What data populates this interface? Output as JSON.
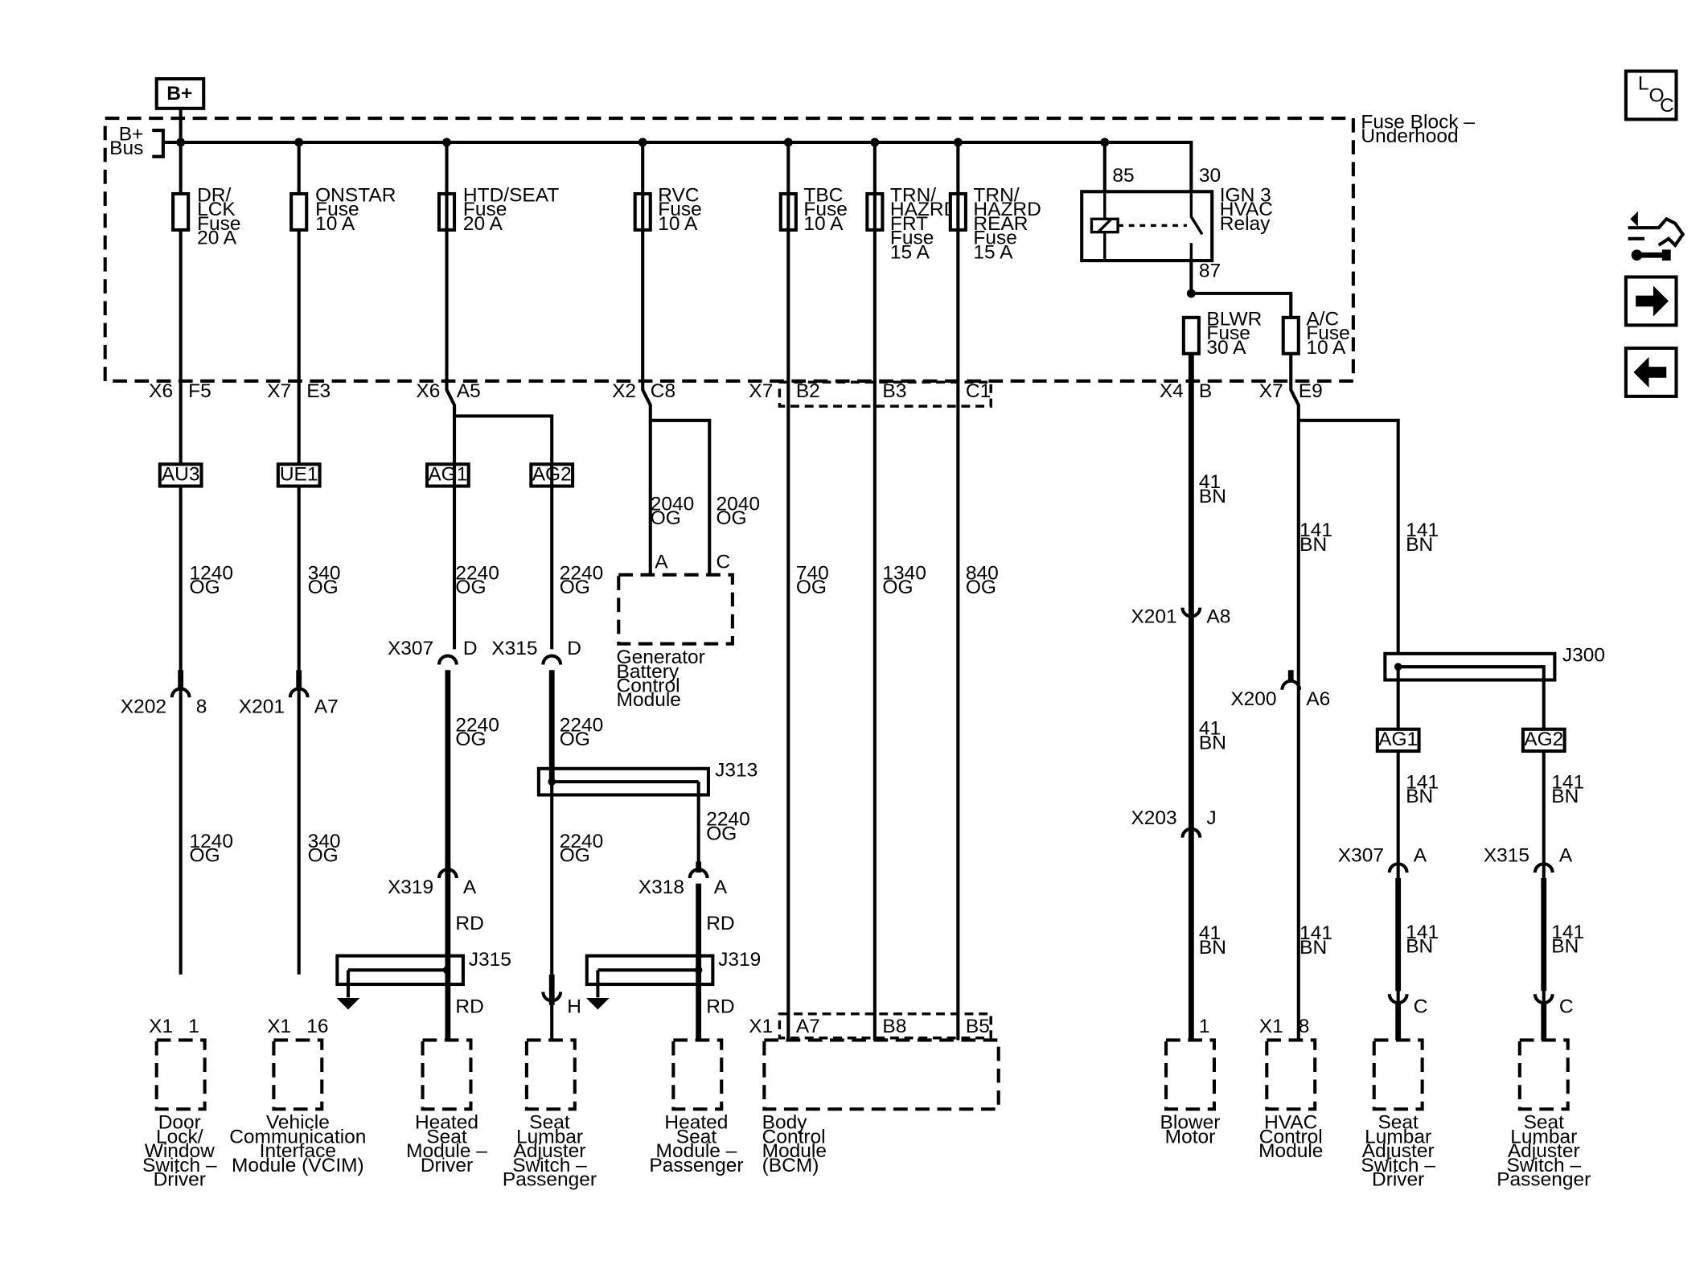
{
  "battery": {
    "label": "B+",
    "bus": [
      "B+",
      "Bus"
    ]
  },
  "fuse_block": {
    "name": [
      "Fuse Block –",
      "Underhood"
    ]
  },
  "fuses": [
    {
      "lines": [
        "DR/",
        "LCK",
        "Fuse",
        "20 A"
      ]
    },
    {
      "lines": [
        "ONSTAR",
        "Fuse",
        "10 A"
      ]
    },
    {
      "lines": [
        "HTD/SEAT",
        "Fuse",
        "20 A"
      ]
    },
    {
      "lines": [
        "RVC",
        "Fuse",
        "10 A"
      ]
    },
    {
      "lines": [
        "TBC",
        "Fuse",
        "10 A"
      ]
    },
    {
      "lines": [
        "TRN/",
        "HAZRD",
        "FRT",
        "Fuse",
        "15 A"
      ]
    },
    {
      "lines": [
        "TRN/",
        "HAZRD",
        "REAR",
        "Fuse",
        "15 A"
      ]
    },
    {
      "lines": [
        "BLWR",
        "Fuse",
        "30 A"
      ]
    },
    {
      "lines": [
        "A/C",
        "Fuse",
        "10 A"
      ]
    }
  ],
  "relay": {
    "lines": [
      "IGN 3",
      "HVAC",
      "Relay"
    ],
    "pin_85": "85",
    "pin_30": "30",
    "pin_87": "87"
  },
  "harness_connectors": {
    "x6_a": [
      "X6",
      "F5"
    ],
    "x7_a": [
      "X7",
      "E3"
    ],
    "x6_b": [
      "X6",
      "A5"
    ],
    "x2": [
      "X2",
      "C8"
    ],
    "x7_b": [
      "X7",
      "B2",
      "B3",
      "C1"
    ],
    "x4": [
      "X4",
      "B"
    ],
    "x7_c": [
      "X7",
      "E9"
    ]
  },
  "option_tags": [
    "AU3",
    "UE1",
    "AG1",
    "AG2",
    "AG1",
    "AG2"
  ],
  "wires": {
    "dr_lck_1": [
      "1240",
      "OG"
    ],
    "dr_lck_2": [
      "1240",
      "OG"
    ],
    "onstar_1": [
      "340",
      "OG"
    ],
    "onstar_2": [
      "340",
      "OG"
    ],
    "htd_1": [
      "2240",
      "OG"
    ],
    "htd_2": [
      "2240",
      "OG"
    ],
    "htd_3": "RD",
    "htd_4": "RD",
    "pas_1": [
      "2240",
      "OG"
    ],
    "pas_2": [
      "2240",
      "OG"
    ],
    "pas_3": [
      "2240",
      "OG"
    ],
    "pas_4": [
      "2240",
      "OG"
    ],
    "pas_5": "RD",
    "pas_6": "RD",
    "rvc_1": [
      "2040",
      "OG"
    ],
    "rvc_2": [
      "2040",
      "OG"
    ],
    "tbc": [
      "740",
      "OG"
    ],
    "frt": [
      "1340",
      "OG"
    ],
    "rear": [
      "840",
      "OG"
    ],
    "blwr_1": [
      "41",
      "BN"
    ],
    "blwr_2": [
      "41",
      "BN"
    ],
    "blwr_3": [
      "41",
      "BN"
    ],
    "ac_1": [
      "141",
      "BN"
    ],
    "ac_2": [
      "141",
      "BN"
    ],
    "ac_3": [
      "141",
      "BN"
    ],
    "ac_4": [
      "141",
      "BN"
    ],
    "ac_5": [
      "141",
      "BN"
    ],
    "ac_6": [
      "141",
      "BN"
    ],
    "ac_7": [
      "141",
      "BN"
    ]
  },
  "inline_connectors": {
    "x202": [
      "X202",
      "8"
    ],
    "x201_a": [
      "X201",
      "A7"
    ],
    "x307_a": [
      "X307",
      "D"
    ],
    "x315_a": [
      "X315",
      "D"
    ],
    "x319": [
      "X319",
      "A"
    ],
    "x318": [
      "X318",
      "A"
    ],
    "x201_b": [
      "X201",
      "A8"
    ],
    "x203": [
      "X203",
      "J"
    ],
    "x200": [
      "X200",
      "A6"
    ],
    "x307_b": [
      "X307",
      "A"
    ],
    "x315_b": [
      "X315",
      "A"
    ],
    "h_pin": "H",
    "c_pin_1": "C",
    "c_pin_2": "C"
  },
  "splices": [
    "J313",
    "J315",
    "J319",
    "J300"
  ],
  "gen_pins": [
    "A",
    "C"
  ],
  "module_pins": {
    "door": [
      "X1",
      "1"
    ],
    "vcim": [
      "X1",
      "16"
    ],
    "bcm": [
      "X1",
      "A7",
      "B8",
      "B5"
    ],
    "blower": "1",
    "hvac": [
      "X1",
      "8"
    ]
  },
  "modules": [
    {
      "lines": [
        "Generator",
        "Battery",
        "Control",
        "Module"
      ]
    },
    {
      "lines": [
        "Door",
        "Lock/",
        "Window",
        "Switch –",
        "Driver"
      ]
    },
    {
      "lines": [
        "Vehicle",
        "Communication",
        "Interface",
        "Module (VCIM)"
      ]
    },
    {
      "lines": [
        "Heated",
        "Seat",
        "Module –",
        "Driver"
      ]
    },
    {
      "lines": [
        "Seat",
        "Lumbar",
        "Adjuster",
        "Switch –",
        "Passenger"
      ]
    },
    {
      "lines": [
        "Heated",
        "Seat",
        "Module –",
        "Passenger"
      ]
    },
    {
      "lines": [
        "Body",
        "Control",
        "Module",
        "(BCM)"
      ]
    },
    {
      "lines": [
        "Blower",
        "Motor"
      ]
    },
    {
      "lines": [
        "HVAC",
        "Control",
        "Module"
      ]
    },
    {
      "lines": [
        "Seat",
        "Lumbar",
        "Adjuster",
        "Switch –",
        "Driver"
      ]
    },
    {
      "lines": [
        "Seat",
        "Lumbar",
        "Adjuster",
        "Switch –",
        "Passenger"
      ]
    }
  ],
  "sidebar": {
    "loc": [
      "L",
      "O",
      "C"
    ],
    "icons": [
      "component-view-icon",
      "arrow-right-icon",
      "arrow-left-icon"
    ]
  }
}
